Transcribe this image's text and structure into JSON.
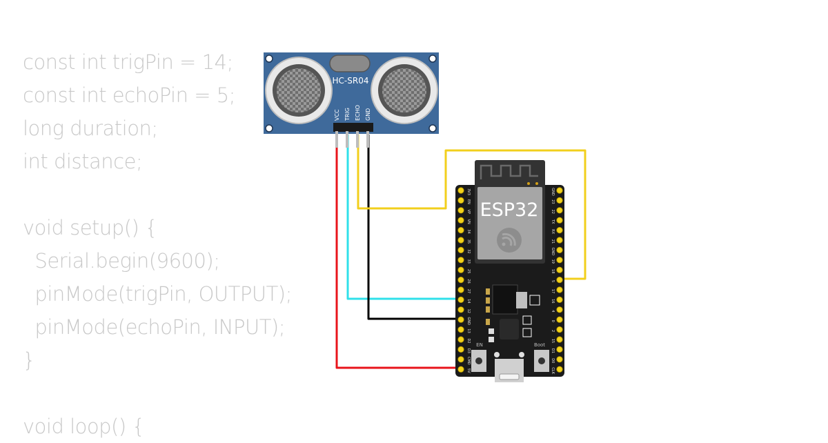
{
  "code": {
    "lines": [
      "const int trigPin = 14;",
      "const int echoPin = 5;",
      "long duration;",
      "int distance;",
      "",
      "void setup() {",
      "  Serial.begin(9600);",
      "  pinMode(trigPin, OUTPUT);",
      "  pinMode(echoPin, INPUT);",
      "}",
      "",
      "void loop() {"
    ]
  },
  "sensor": {
    "model": "HC-SR04",
    "pins": [
      "VCC",
      "TRIG",
      "ECHO",
      "GND"
    ],
    "board_color": "#3f6a9b"
  },
  "esp32": {
    "module_label": "ESP32",
    "left_pins": [
      "3V3",
      "EN",
      "VP",
      "VN",
      "34",
      "35",
      "32",
      "33",
      "25",
      "26",
      "27",
      "14",
      "12",
      "GND",
      "13",
      "D2",
      "D3",
      "CMD",
      "5V"
    ],
    "right_pins": [
      "GND",
      "23",
      "22",
      "TX",
      "RX",
      "21",
      "GND",
      "19",
      "18",
      "5",
      "17",
      "16",
      "4",
      "0",
      "2",
      "15",
      "D1",
      "D0",
      "CLK"
    ],
    "en_label": "EN",
    "boot_label": "Boot"
  },
  "wires": {
    "vcc_color": "#e8141b",
    "trig_color": "#2fe0ea",
    "echo_color": "#f2cf1c",
    "gnd_color": "#000000"
  }
}
